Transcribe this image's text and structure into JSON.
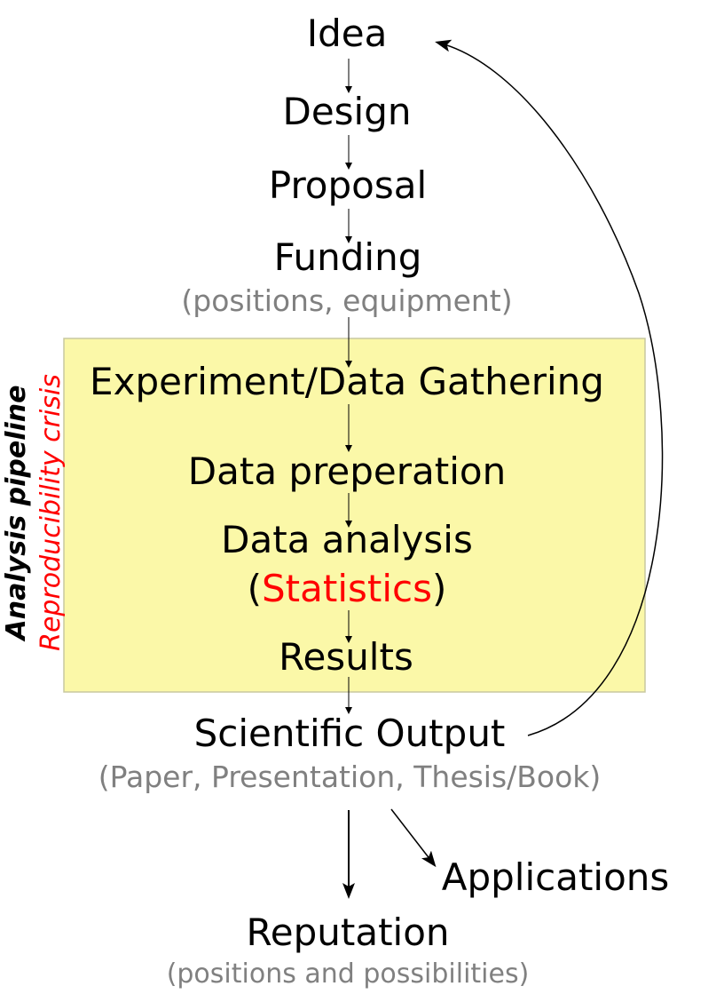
{
  "steps": {
    "idea": "Idea",
    "design": "Design",
    "proposal": "Proposal",
    "funding": "Funding",
    "funding_sub": "(positions, equipment)",
    "experiment": "Experiment/Data Gathering",
    "data_preparation": "Data preperation",
    "data_analysis": "Data analysis",
    "statistics_open": "(",
    "statistics": "Statistics",
    "statistics_close": ")",
    "results": "Results",
    "scientific_output": "Scientific Output",
    "scientific_output_sub": "(Paper, Presentation, Thesis/Book)",
    "applications": "Applications",
    "reputation": "Reputation",
    "reputation_sub": "(positions and possibilities)"
  },
  "side_labels": {
    "analysis_pipeline": "Analysis pipeline",
    "reproducibility_crisis": "Reproducibility crisis"
  },
  "colors": {
    "pipeline_box_fill": "#fbf8a8",
    "pipeline_box_border": "#c8c8a0",
    "highlight": "#ff0000",
    "subtitle": "#808080",
    "text": "#000000"
  }
}
